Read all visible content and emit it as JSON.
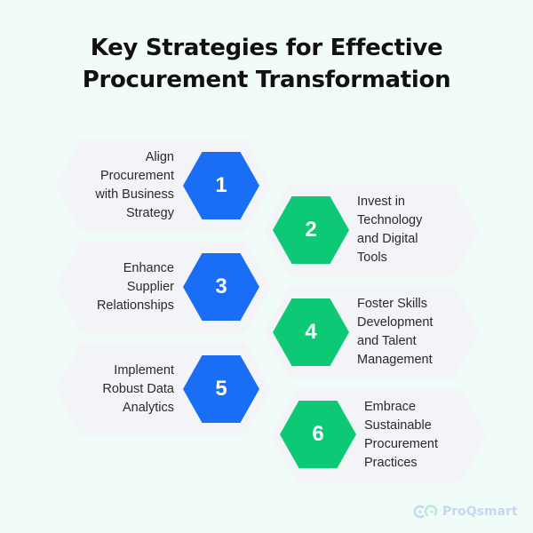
{
  "title": {
    "line1": "Key Strategies for Effective",
    "line2": "Procurement Transformation"
  },
  "colors": {
    "background": "#F1FBF8",
    "card": "#F3F4F7",
    "blue": "#1A6EF5",
    "green": "#0DC975",
    "text": "#2A2A2A"
  },
  "steps": [
    {
      "number": "1",
      "color": "blue",
      "side": "left",
      "lines": [
        "Align",
        "Procurement",
        "with Business",
        "Strategy"
      ]
    },
    {
      "number": "2",
      "color": "green",
      "side": "right",
      "lines": [
        "Invest in",
        "Technology",
        "and Digital",
        "Tools"
      ]
    },
    {
      "number": "3",
      "color": "blue",
      "side": "left",
      "lines": [
        "Enhance",
        "Supplier",
        "Relationships"
      ]
    },
    {
      "number": "4",
      "color": "green",
      "side": "right",
      "lines": [
        "Foster Skills",
        "Development",
        "and Talent",
        "Management"
      ]
    },
    {
      "number": "5",
      "color": "blue",
      "side": "left",
      "lines": [
        "Implement",
        "Robust Data",
        "Analytics"
      ]
    },
    {
      "number": "6",
      "color": "green",
      "side": "right",
      "lines": [
        "Embrace",
        "Sustainable",
        "Procurement",
        "Practices"
      ]
    }
  ],
  "branding": {
    "logo_text": "ProQsmart",
    "logo_icon": "proqsmart-logo-icon"
  }
}
